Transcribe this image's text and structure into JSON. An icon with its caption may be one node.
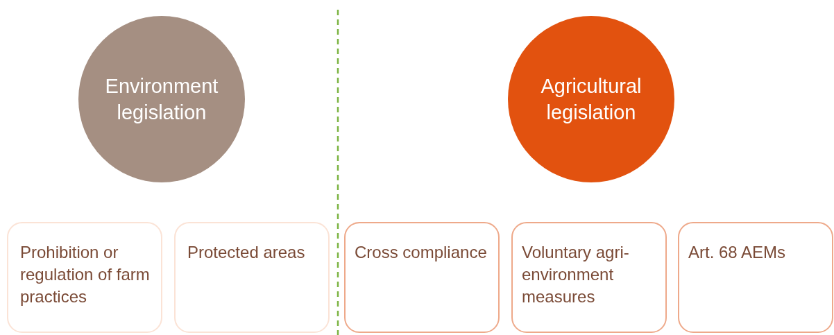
{
  "diagram": {
    "nodes": [
      {
        "text": [
          "Environment legislation"
        ]
      },
      {
        "text": [
          "Agricultural legislation"
        ]
      },
      {
        "text": [
          "Prohibition or regulation of farm practices"
        ]
      },
      {
        "text": [
          "Protected areas"
        ]
      },
      {
        "text": [
          "Cross compliance"
        ]
      },
      {
        "text": [
          "Voluntary agri-environment measures"
        ]
      },
      {
        "text": [
          "Art. 68 AEMs"
        ]
      }
    ]
  }
}
